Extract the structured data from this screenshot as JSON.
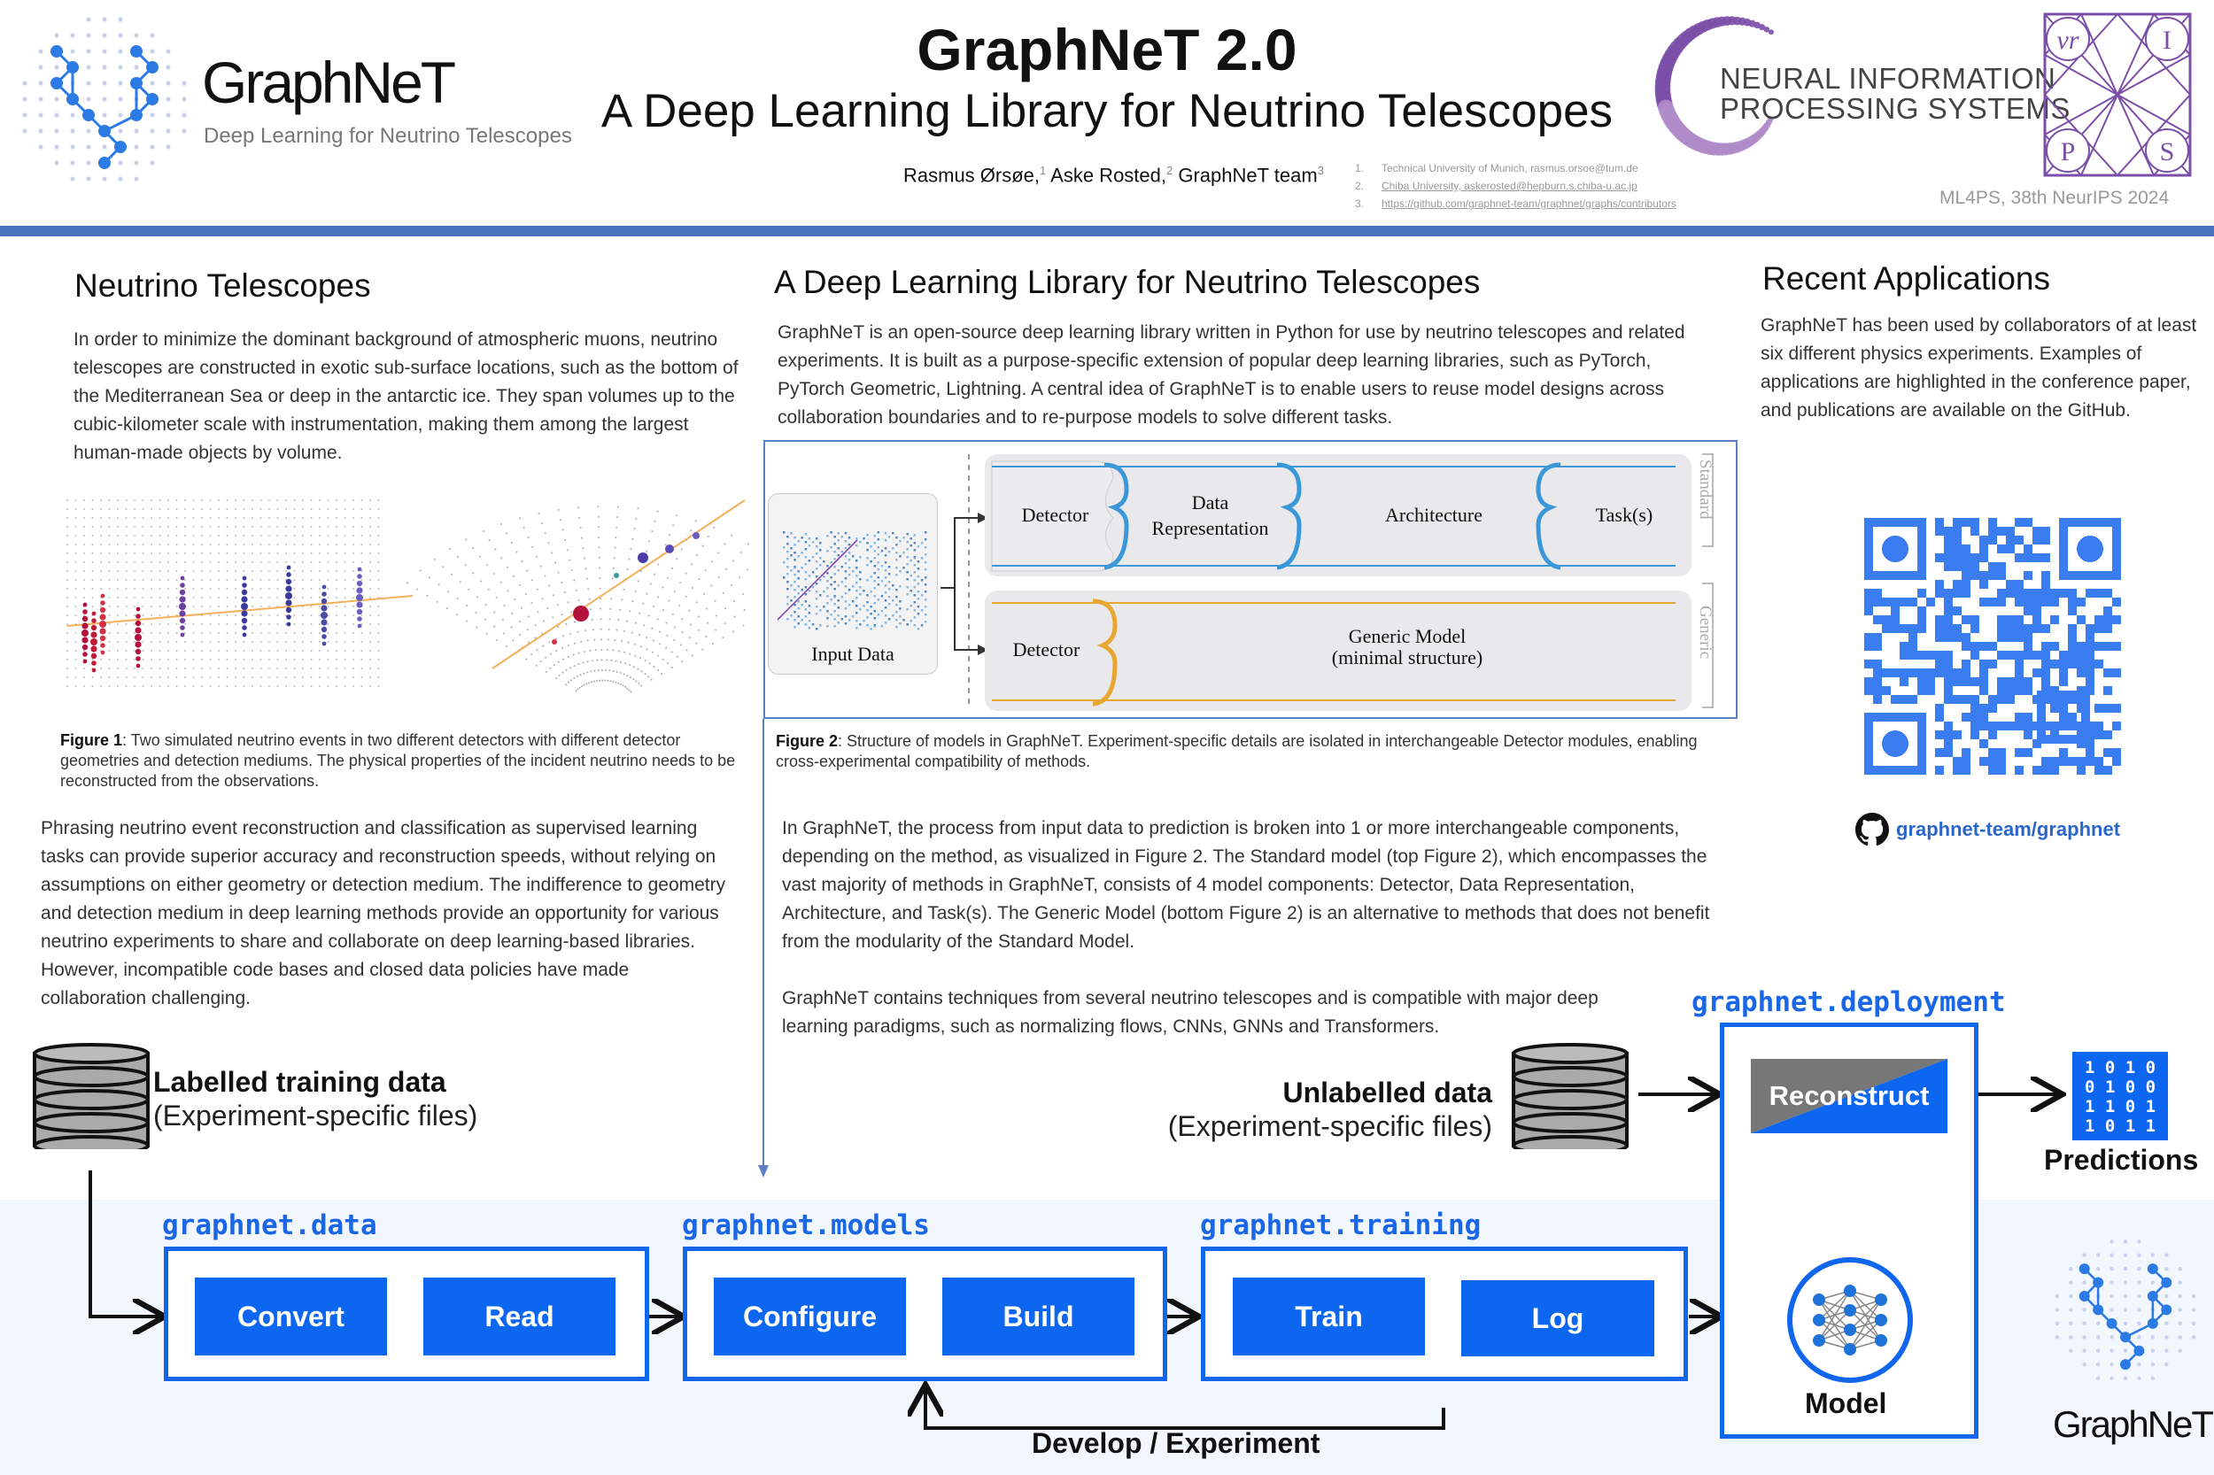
{
  "header": {
    "title": "GraphNeT 2.0",
    "subtitle": "A Deep Learning Library for Neutrino Telescopes",
    "authors": [
      {
        "name": "Rasmus Ørsøe,",
        "sup": "1"
      },
      {
        "name": " Aske Rosted,",
        "sup": "2"
      },
      {
        "name": " GraphNeT team",
        "sup": "3"
      }
    ],
    "affiliations": [
      {
        "num": "1.",
        "text": "Technical University of Munich, rasmus.orsoe@tum.de"
      },
      {
        "num": "2.",
        "text": "Chiba University, askerosted@hepburn.s.chiba-u.ac.jp"
      },
      {
        "num": "3.",
        "text": "https://github.com/graphnet-team/graphnet/graphs/contributors"
      }
    ],
    "venue": "ML4PS, 38th NeurIPS 2024"
  },
  "logos": {
    "graphnet_name": "GraphNeT",
    "graphnet_tagline": "Deep Learning for Neutrino Telescopes",
    "neurips_line1": "NEURAL INFORMATION",
    "neurips_line2": "PROCESSING SYSTEMS",
    "neurips_letters": [
      "νr",
      "I",
      "P",
      "S"
    ],
    "footer_logo_name": "GraphNeT"
  },
  "colors": {
    "accent_blue": "#4a73bd",
    "button_blue": "#0d66f0",
    "package_blue": "#1967e6",
    "qr_blue": "#3a7df0",
    "neurips_purple": "#7b4fa8"
  },
  "left": {
    "heading": "Neutrino Telescopes",
    "intro": "In order to minimize the dominant background of atmospheric muons, neutrino telescopes are constructed in exotic sub-surface locations, such as the bottom of the Mediterranean Sea or deep in the antarctic ice. They span volumes up to the cubic-kilometer scale with instrumentation, making them among the largest human-made objects by volume.",
    "fig1_label": "Figure 1",
    "fig1_caption": ": Two simulated neutrino events in two different detectors with different detector geometries and detection mediums. The physical properties of the incident neutrino needs to be reconstructed from the observations.",
    "body": "Phrasing neutrino event reconstruction and classification as supervised learning tasks can provide superior accuracy and reconstruction speeds, without relying on assumptions on either geometry or detection medium. The indifference to geometry and detection medium in deep learning methods provide an opportunity for various neutrino experiments to share and collaborate on deep learning-based libraries. However, incompatible code bases and closed data policies have made collaboration challenging."
  },
  "middle": {
    "heading": "A Deep Learning Library for Neutrino Telescopes",
    "intro": "GraphNeT is an open-source deep learning library written in Python for use by neutrino telescopes and related experiments. It is built as a purpose-specific extension of popular deep learning libraries, such as PyTorch, PyTorch Geometric, Lightning. A central idea of GraphNeT is to enable users to reuse model designs across collaboration boundaries and to re-purpose models to solve different tasks.",
    "fig2": {
      "input_label": "Input Data",
      "standard_tag": "Standard",
      "generic_tag": "Generic",
      "standard": [
        "Detector",
        "Data Representation",
        "Architecture",
        "Task(s)"
      ],
      "generic_detector": "Detector",
      "generic_model": "Generic Model",
      "generic_model_sub": "(minimal structure)"
    },
    "fig2_label": "Figure 2",
    "fig2_caption": ": Structure of models in GraphNeT. Experiment-specific details are isolated in interchangeable Detector modules, enabling cross-experimental compatibility of methods.",
    "body1": "In GraphNeT, the process from input data to prediction is broken into 1 or more interchangeable components, depending on the method, as visualized in Figure 2. The Standard model (top Figure 2), which encompasses the vast majority of methods in GraphNeT, consists of 4 model components: Detector, Data Representation, Architecture, and Task(s). The Generic Model (bottom Figure 2) is an alternative to methods that does not benefit from the modularity of the Standard Model.",
    "body2": "GraphNeT contains techniques from several neutrino telescopes and is compatible with major deep learning paradigms, such as normalizing flows, CNNs, GNNs and Transformers."
  },
  "right": {
    "heading": "Recent Applications",
    "body": "GraphNeT has been used by collaborators of at least six different physics experiments. Examples of applications are highlighted in the conference paper, and publications are available on the GitHub.",
    "github_link": "graphnet-team/graphnet"
  },
  "pipeline": {
    "labelled_title": "Labelled training data",
    "labelled_sub": "(Experiment-specific files)",
    "unlabelled_title": "Unlabelled data",
    "unlabelled_sub": "(Experiment-specific files)",
    "data_pkg": "graphnet.data",
    "data_buttons": [
      "Convert",
      "Read"
    ],
    "models_pkg": "graphnet.models",
    "models_buttons": [
      "Configure",
      "Build"
    ],
    "training_pkg": "graphnet.training",
    "training_buttons": [
      "Train",
      "Log"
    ],
    "deployment_pkg": "graphnet.deployment",
    "reconstruct": "Reconstruct",
    "model_label": "Model",
    "predictions_label": "Predictions",
    "binary_rows": [
      "1 0 1 0",
      "0 1 0 0",
      "1 1 0 1",
      "1 0 1 1"
    ],
    "loop_label": "Develop / Experiment"
  }
}
